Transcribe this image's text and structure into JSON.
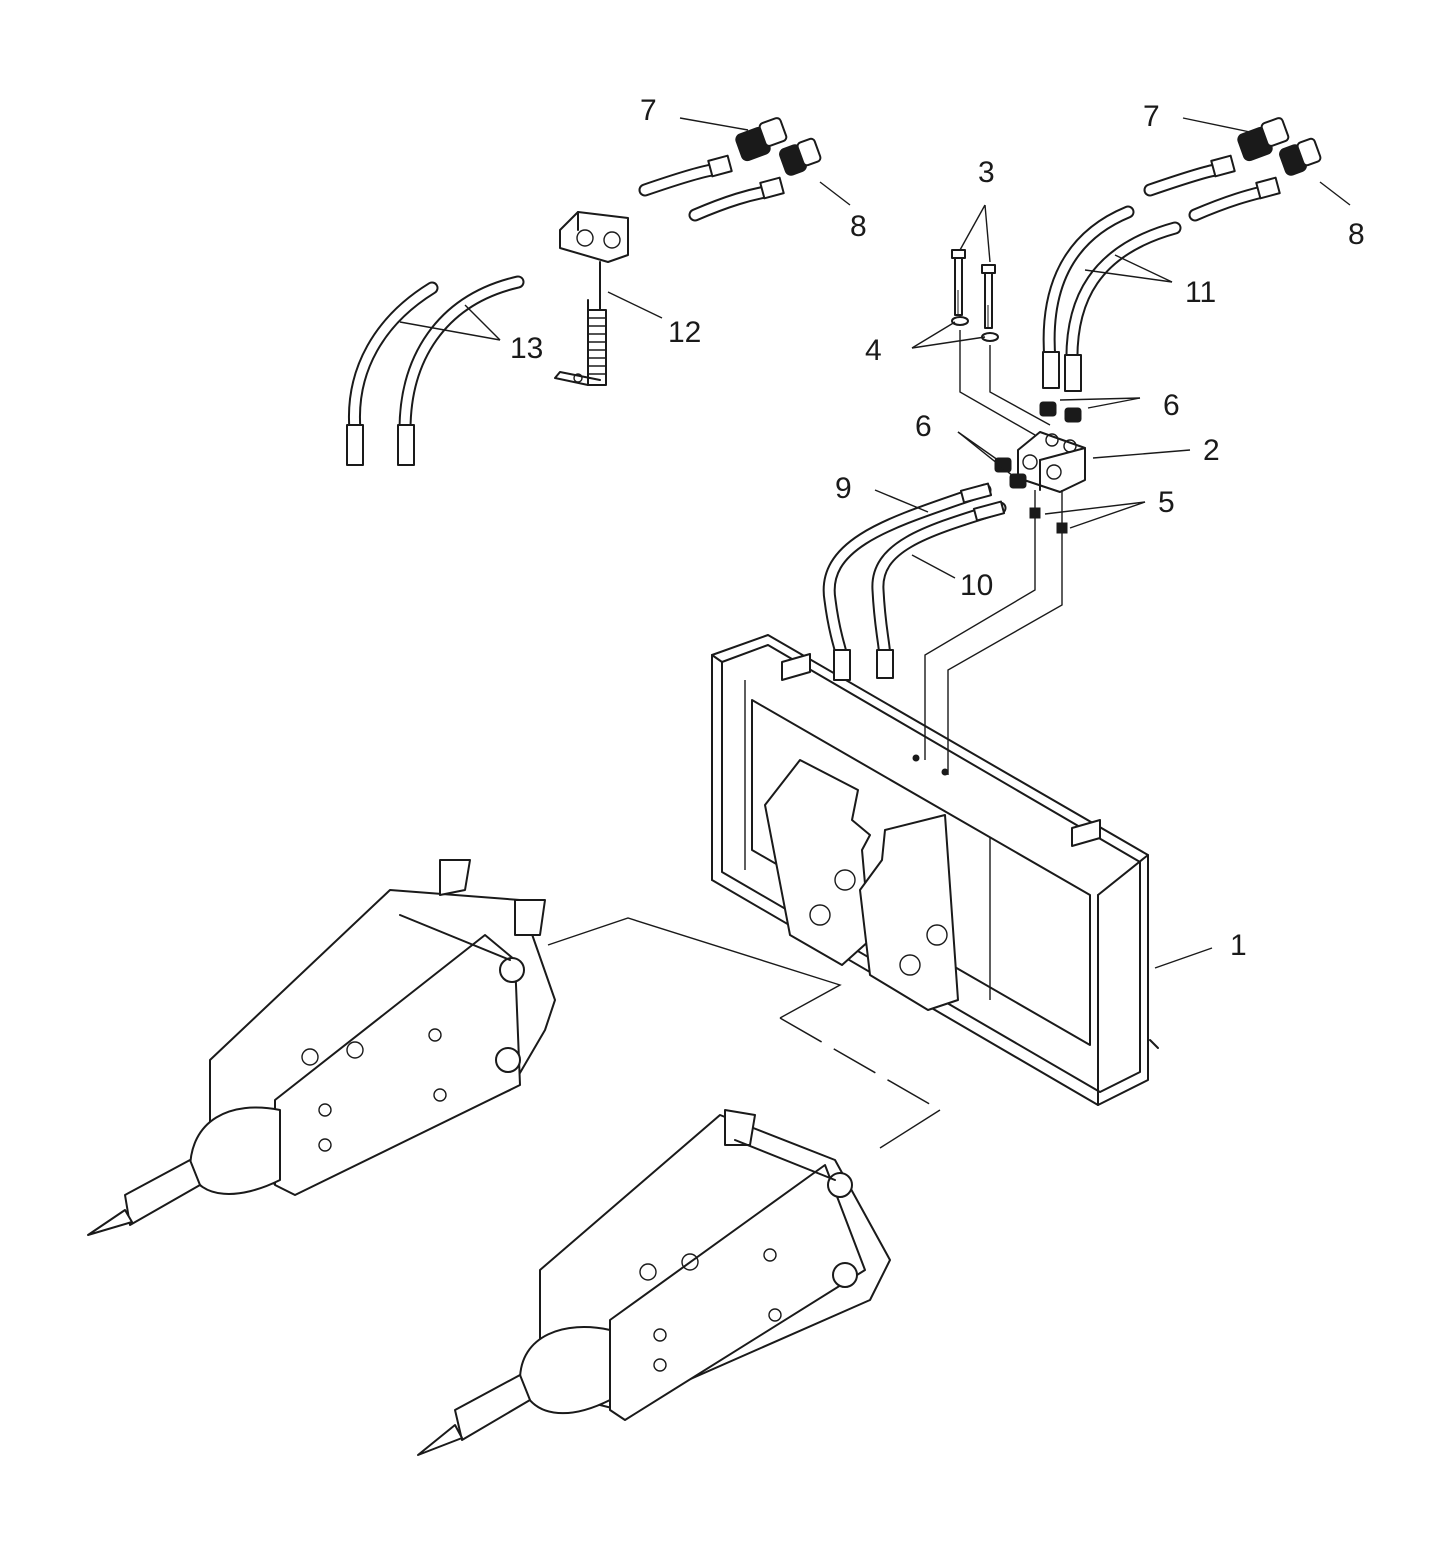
{
  "diagram": {
    "callouts": [
      {
        "id": "c1",
        "text": "1"
      },
      {
        "id": "c2",
        "text": "2"
      },
      {
        "id": "c3",
        "text": "3"
      },
      {
        "id": "c4",
        "text": "4"
      },
      {
        "id": "c5",
        "text": "5"
      },
      {
        "id": "c6a",
        "text": "6"
      },
      {
        "id": "c6b",
        "text": "6"
      },
      {
        "id": "c7a",
        "text": "7"
      },
      {
        "id": "c7b",
        "text": "7"
      },
      {
        "id": "c8a",
        "text": "8"
      },
      {
        "id": "c8b",
        "text": "8"
      },
      {
        "id": "c9",
        "text": "9"
      },
      {
        "id": "c10",
        "text": "10"
      },
      {
        "id": "c11",
        "text": "11"
      },
      {
        "id": "c12",
        "text": "12"
      },
      {
        "id": "c13",
        "text": "13"
      }
    ],
    "colors": {
      "ink": "#1a1a1a",
      "paper": "#ffffff"
    }
  }
}
